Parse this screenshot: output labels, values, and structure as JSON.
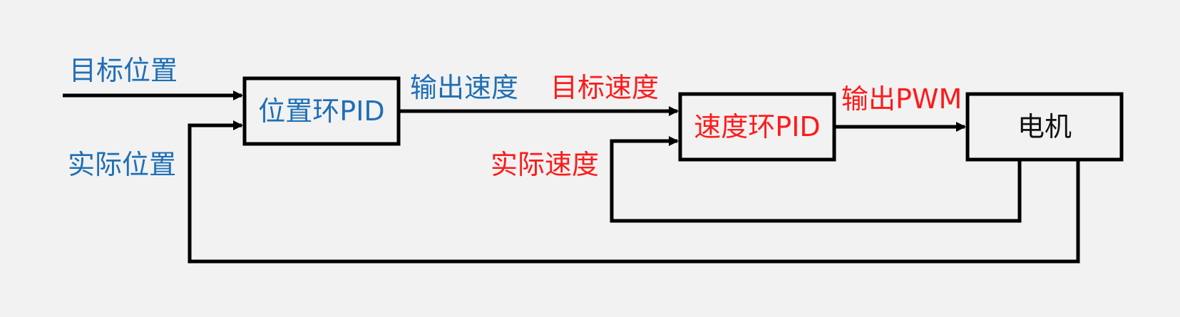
{
  "colors": {
    "background": "#f2f2f2",
    "blue": "#1f6fb5",
    "red": "#ff1a1a",
    "black": "#111111"
  },
  "labels": {
    "target_position": "目标位置",
    "actual_position": "实际位置",
    "output_speed": "输出速度",
    "target_speed": "目标速度",
    "actual_speed": "实际速度",
    "output_pwm": "输出PWM"
  },
  "blocks": {
    "position_loop": "位置环PID",
    "speed_loop": "速度环PID",
    "motor": "电机"
  }
}
